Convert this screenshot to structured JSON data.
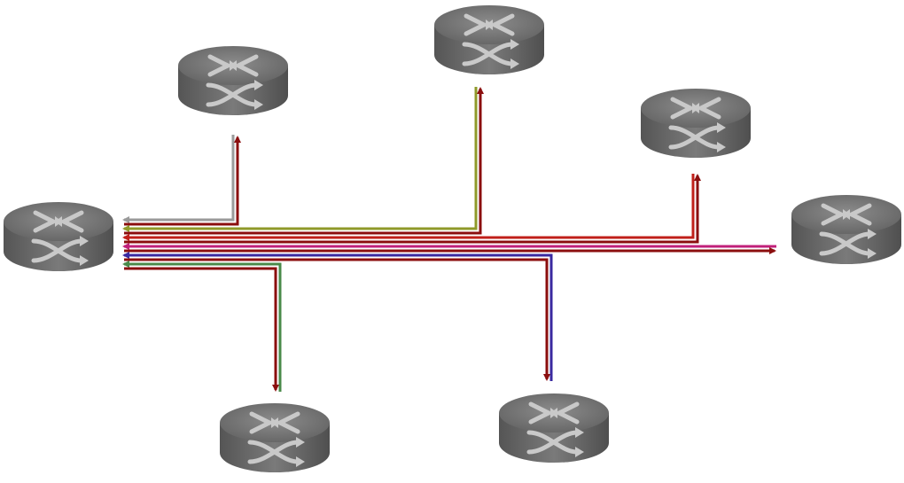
{
  "diagram": {
    "type": "network-topology",
    "node_icon": "router-icon",
    "nodes": [
      {
        "id": "hub-router"
      },
      {
        "id": "router-top-left"
      },
      {
        "id": "router-top-center"
      },
      {
        "id": "router-right-upper"
      },
      {
        "id": "router-right"
      },
      {
        "id": "router-bottom-left"
      },
      {
        "id": "router-bottom-center"
      }
    ],
    "links": [
      {
        "from": "router-top-left",
        "to": "hub-router",
        "color": "#9a9a9a"
      },
      {
        "from": "hub-router",
        "to": "router-top-left",
        "color": "#8b0e0e"
      },
      {
        "from": "router-top-center",
        "to": "hub-router",
        "color": "#8f9a2a"
      },
      {
        "from": "hub-router",
        "to": "router-top-center",
        "color": "#8b0e0e"
      },
      {
        "from": "router-right-upper",
        "to": "hub-router",
        "color": "#c0201a"
      },
      {
        "from": "hub-router",
        "to": "router-right-upper",
        "color": "#8b0e0e"
      },
      {
        "from": "router-right",
        "to": "hub-router",
        "color": "#c0207a"
      },
      {
        "from": "hub-router",
        "to": "router-right",
        "color": "#8b0e0e"
      },
      {
        "from": "router-bottom-center",
        "to": "hub-router",
        "color": "#3a2aa0"
      },
      {
        "from": "hub-router",
        "to": "router-bottom-center",
        "color": "#8b0e0e"
      },
      {
        "from": "router-bottom-left",
        "to": "hub-router",
        "color": "#4a8a4a"
      },
      {
        "from": "hub-router",
        "to": "router-bottom-left",
        "color": "#8b0e0e"
      }
    ],
    "colors": {
      "router_body": "#6a6a6a",
      "router_top": "#7e7e7e",
      "router_glyph": "#c8c8c8",
      "background": "#ffffff"
    }
  }
}
